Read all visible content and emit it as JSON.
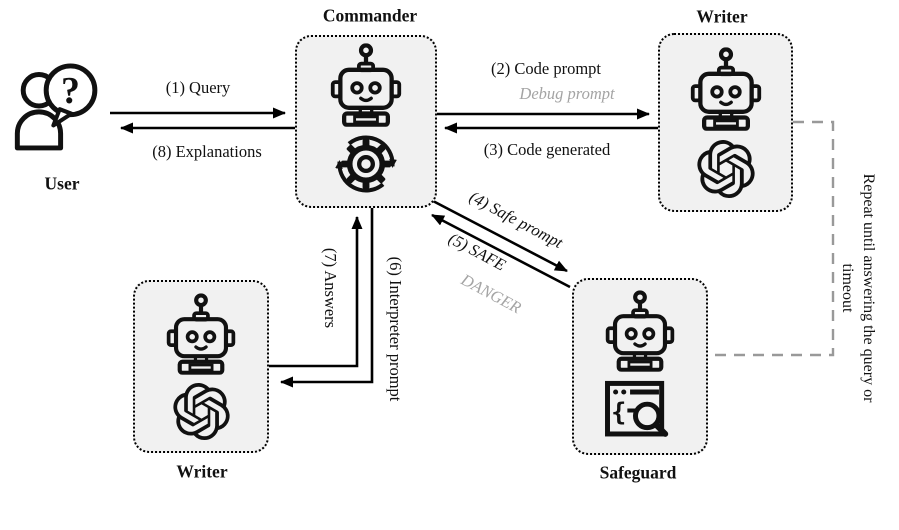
{
  "diagram": {
    "user": {
      "label": "User",
      "bubble_text": "?"
    },
    "boxes": {
      "commander": {
        "title": "Commander"
      },
      "writer_top": {
        "title": "Writer"
      },
      "writer_bottom": {
        "title": "Writer"
      },
      "safeguard": {
        "title": "Safeguard"
      }
    },
    "edge_labels": {
      "query": "(1) Query",
      "code_prompt": "(2) Code prompt",
      "debug_prompt": "Debug prompt",
      "code_generated": "(3) Code generated",
      "safe_prompt": "(4) Safe prompt",
      "safe_verdict": "(5) SAFE",
      "danger_verdict": "DANGER",
      "interpreter_prompt": "(6) Interpreter prompt",
      "answers": "(7) Answers",
      "explanations": "(8) Explanations",
      "repeat_note": "Repeat until answering the query or timeout"
    },
    "icons": {
      "user": "user-question-icon",
      "robot": "robot-icon",
      "gear": "gear-sync-icon",
      "openai": "openai-logo-icon",
      "code_review": "code-review-magnifier-icon"
    },
    "colors": {
      "box_fill": "#f1f1f1",
      "line": "#000000",
      "muted_text": "#a4a4a4",
      "dashed_line": "#999999"
    }
  }
}
